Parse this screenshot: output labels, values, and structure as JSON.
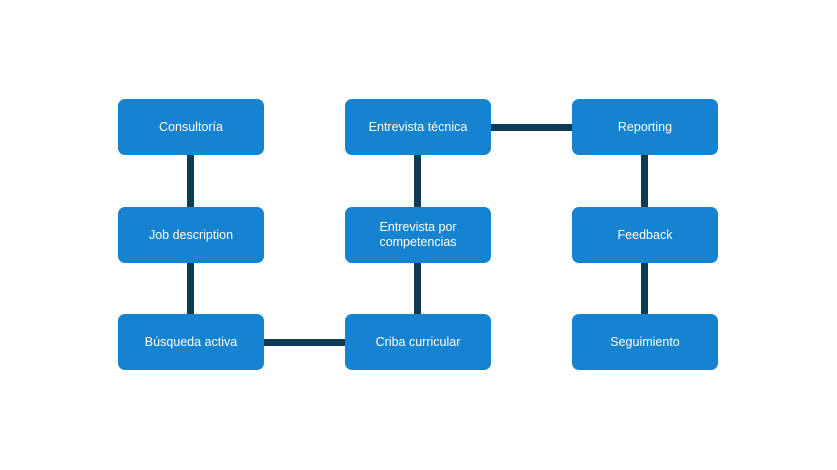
{
  "diagram": {
    "colors": {
      "node_fill": "#1583d0",
      "node_text": "#ffffff",
      "connector": "#0f3a52",
      "background": "#ffffff"
    },
    "nodes": [
      {
        "id": "consultoria",
        "label": "Consultoría"
      },
      {
        "id": "job-description",
        "label": "Job description"
      },
      {
        "id": "busqueda-activa",
        "label": "Búsqueda activa"
      },
      {
        "id": "entrevista-tecnica",
        "label": "Entrevista técnica"
      },
      {
        "id": "entrevista-competencias",
        "label": "Entrevista por competencias"
      },
      {
        "id": "criba-curricular",
        "label": "Criba curricular"
      },
      {
        "id": "reporting",
        "label": "Reporting"
      },
      {
        "id": "feedback",
        "label": "Feedback"
      },
      {
        "id": "seguimiento",
        "label": "Seguimiento"
      }
    ],
    "edges": [
      {
        "from": "consultoria",
        "to": "job-description"
      },
      {
        "from": "job-description",
        "to": "busqueda-activa"
      },
      {
        "from": "busqueda-activa",
        "to": "criba-curricular"
      },
      {
        "from": "criba-curricular",
        "to": "entrevista-competencias"
      },
      {
        "from": "entrevista-competencias",
        "to": "entrevista-tecnica"
      },
      {
        "from": "entrevista-tecnica",
        "to": "reporting"
      },
      {
        "from": "reporting",
        "to": "feedback"
      },
      {
        "from": "feedback",
        "to": "seguimiento"
      }
    ]
  }
}
